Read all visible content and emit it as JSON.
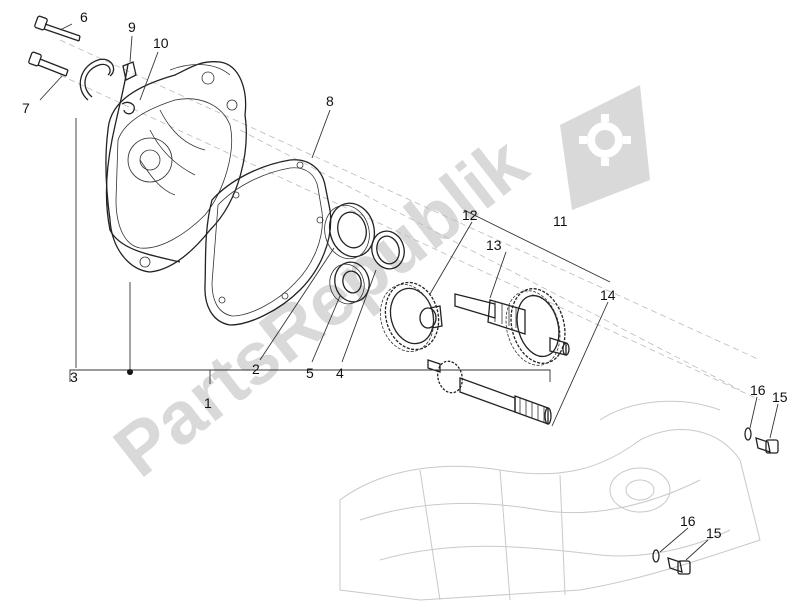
{
  "watermark": {
    "text": "PartsRepublik",
    "logo": "gear-flag-logo"
  },
  "callouts": {
    "c1": "1",
    "c2": "2",
    "c3": "3",
    "c4": "4",
    "c5": "5",
    "c6": "6",
    "c7": "7",
    "c8": "8",
    "c9": "9",
    "c10": "10",
    "c11": "11",
    "c12": "12",
    "c13": "13",
    "c14": "14",
    "c15a": "15",
    "c15b": "15",
    "c16a": "16",
    "c16b": "16"
  },
  "colors": {
    "line": "#222222",
    "watermark": "#d9d9d9",
    "ghost": "#c9c9c9"
  }
}
